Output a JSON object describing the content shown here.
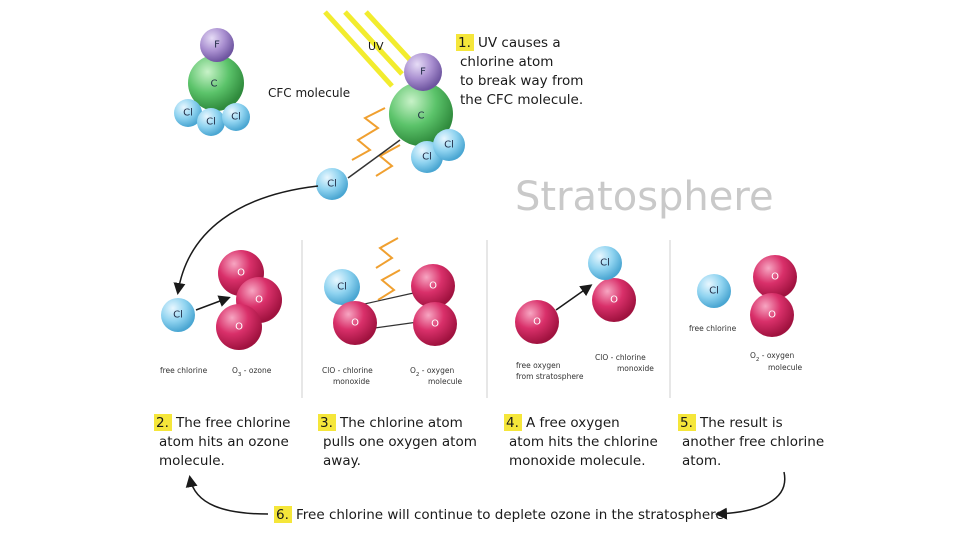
{
  "title_watermark": "Stratosphere",
  "uv_label": "UV",
  "cfc_label": "CFC molecule",
  "atoms": {
    "F": "F",
    "C": "C",
    "Cl": "Cl",
    "O": "O"
  },
  "steps": [
    {
      "num": "1.",
      "lines": [
        "UV causes a",
        "chlorine atom",
        "to break way from",
        "the CFC molecule."
      ]
    },
    {
      "num": "2.",
      "lines": [
        "The free chlorine",
        "atom hits an ozone",
        "molecule."
      ]
    },
    {
      "num": "3.",
      "lines": [
        "The chlorine atom",
        "pulls one oxygen atom",
        "away."
      ]
    },
    {
      "num": "4.",
      "lines": [
        "A free oxygen",
        "atom hits the chlorine",
        "monoxide molecule."
      ]
    },
    {
      "num": "5.",
      "lines": [
        "The result is",
        "another free chlorine",
        "atom."
      ]
    },
    {
      "num": "6.",
      "lines": [
        "Free chlorine will continue to deplete ozone in the stratosphere."
      ]
    }
  ],
  "panel_labels": {
    "p2_free_chlorine": "free chlorine",
    "p2_ozone_prefix": "O",
    "p2_ozone_sub": "3",
    "p2_ozone_suffix": " - ozone",
    "p3_clo_1": "ClO - chlorine",
    "p3_clo_2": "monoxide",
    "p3_o2_prefix": "O",
    "p3_o2_sub": "2",
    "p3_o2_suffix": " - oxygen",
    "p3_o2_2": "molecule",
    "p4_free_oxygen_1": "free oxygen",
    "p4_free_oxygen_2": "from stratosphere",
    "p4_clo_1": "ClO - chlorine",
    "p4_clo_2": "monoxide",
    "p5_free_chlorine": "free chlorine",
    "p5_o2_prefix": "O",
    "p5_o2_sub": "2",
    "p5_o2_suffix": " - oxygen",
    "p5_o2_2": "molecule"
  },
  "colors": {
    "number_highlight": "#f5e63a",
    "chlorine": "#8fd3f0",
    "carbon": "#5bc36a",
    "fluorine": "#a98fd0",
    "oxygen": "#d9306a",
    "uv": "#f2ec2e",
    "bond_zigzag": "#f0a030"
  }
}
